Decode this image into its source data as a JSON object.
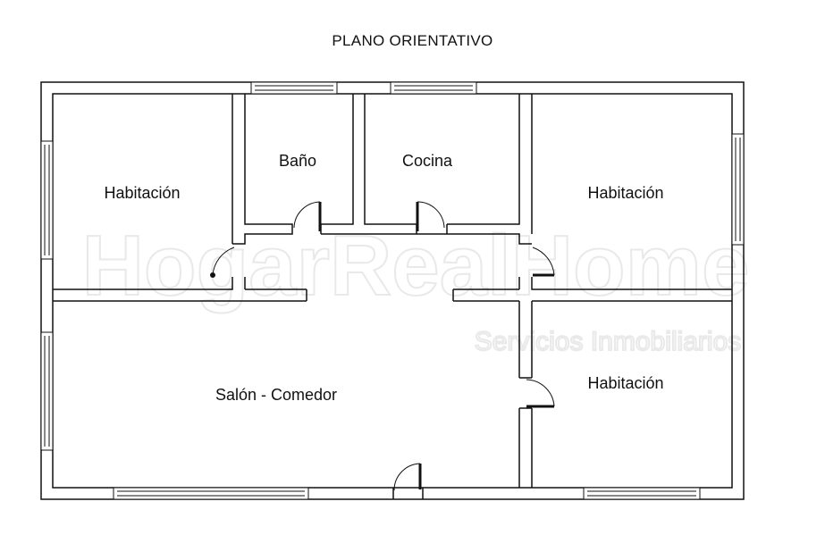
{
  "title": "PLANO ORIENTATIVO",
  "rooms": {
    "habitacion_nw": "Habitación",
    "bano": "Baño",
    "cocina": "Cocina",
    "habitacion_ne": "Habitación",
    "salon": "Salón - Comedor",
    "habitacion_se": "Habitación"
  },
  "watermark": {
    "brand": "HogarRealHome",
    "tagline": "Servicios Inmobiliarios"
  },
  "colors": {
    "wall": "#111111",
    "background": "#ffffff",
    "watermark": "#e9e9e9"
  }
}
